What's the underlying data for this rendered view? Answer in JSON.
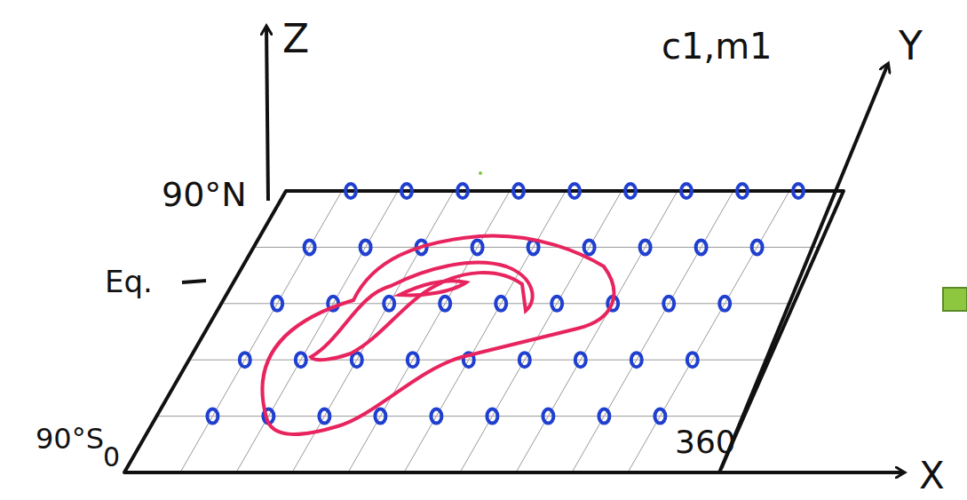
{
  "diagram": {
    "labels": [
      "Z",
      "c1,m1",
      "Y",
      "90°N",
      "Eq.",
      "90°S",
      "0",
      "360",
      "X"
    ]
  }
}
